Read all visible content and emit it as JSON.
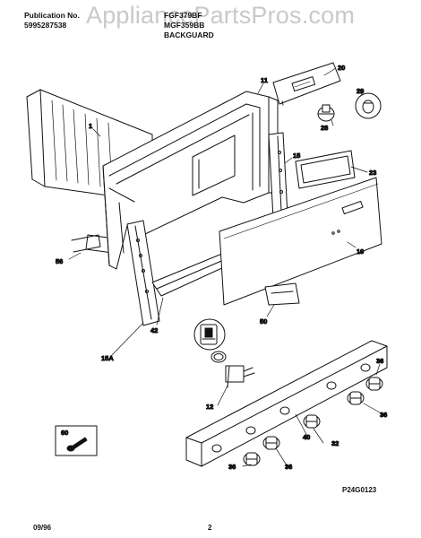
{
  "header": {
    "publication_label": "Publication No.",
    "publication_number": "5995287538",
    "model_line1": "FGF379BF",
    "model_line2": "MGF359BB",
    "section_title": "BACKGUARD"
  },
  "watermark": "AppliancePartsPros.com",
  "callouts": [
    "1",
    "11",
    "20",
    "29",
    "28",
    "15",
    "23",
    "19",
    "56",
    "42",
    "15A",
    "50",
    "12",
    "36",
    "60",
    "40",
    "32",
    "36",
    "36",
    "36"
  ],
  "figure_code": "P24G0123",
  "footer": {
    "date": "09/96",
    "page": "2"
  }
}
